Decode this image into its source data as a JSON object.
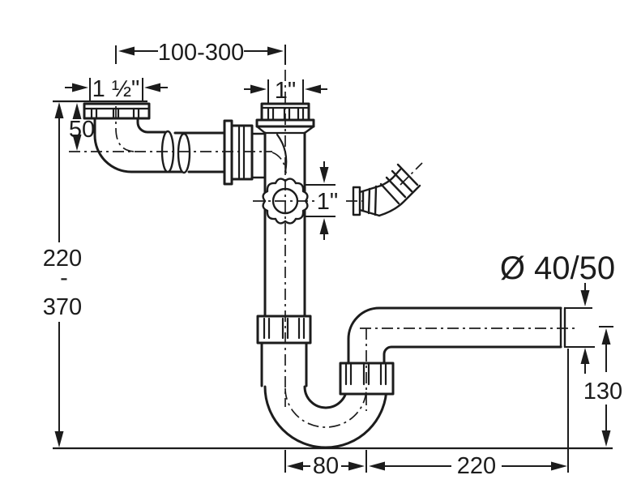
{
  "drawing": {
    "background": "#ffffff",
    "line_color": "#1c1c1c"
  },
  "dimensions": {
    "top_span": "100-300",
    "inlet_thread": "1 ½\"",
    "vertical_thread": "1\"",
    "drop": "50",
    "height_min": "220",
    "height_sep": "-",
    "height_max": "370",
    "side_outlet_thread": "1\"",
    "outlet_diameter": "Ø 40/50",
    "outlet_height": "130",
    "trap_offset": "80",
    "outlet_length": "220"
  }
}
